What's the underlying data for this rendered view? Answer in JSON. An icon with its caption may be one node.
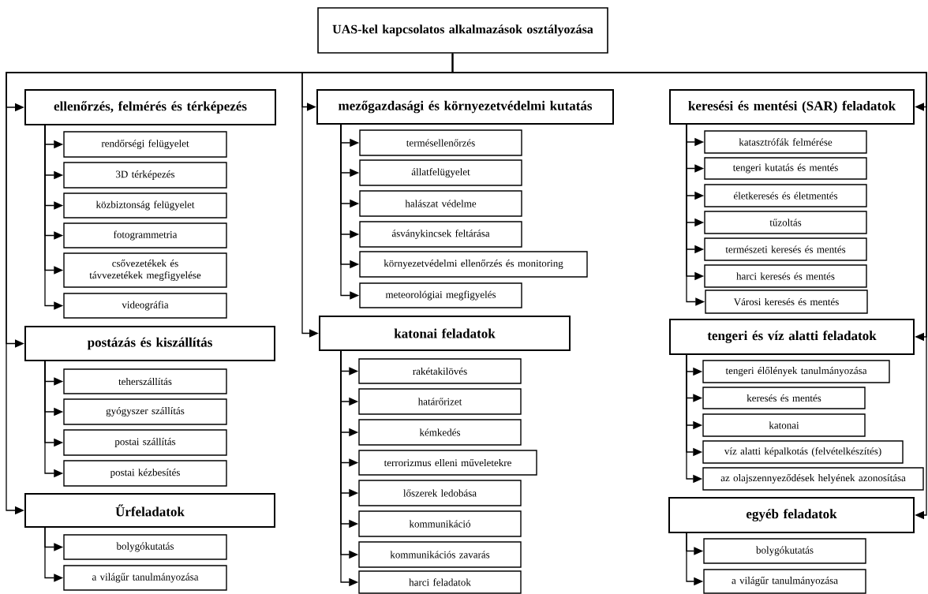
{
  "diagram": {
    "nodes": [
      {
        "text": [
          "UAS-kel kapcsolatos alkalmazások osztályozása"
        ]
      },
      {
        "text": [
          "ellenőrzés, felmérés és térképezés"
        ]
      },
      {
        "text": [
          "rendőrségi felügyelet"
        ]
      },
      {
        "text": [
          "3D térképezés"
        ]
      },
      {
        "text": [
          "közbiztonság felügyelet"
        ]
      },
      {
        "text": [
          "fotogrammetria"
        ]
      },
      {
        "text": [
          "csővezetékek és távvezetékek megfigyelése"
        ]
      },
      {
        "text": [
          "videográfia"
        ]
      },
      {
        "text": [
          "postázás és kiszállítás"
        ]
      },
      {
        "text": [
          "teherszállítás"
        ]
      },
      {
        "text": [
          "gyógyszer szállítás"
        ]
      },
      {
        "text": [
          "postai szállítás"
        ]
      },
      {
        "text": [
          "postai kézbesítés"
        ]
      },
      {
        "text": [
          "Űrfeladatok"
        ]
      },
      {
        "text": [
          "bolygókutatás"
        ]
      },
      {
        "text": [
          "a világűr tanulmányozása"
        ]
      },
      {
        "text": [
          "mezőgazdasági és környezetvédelmi kutatás"
        ]
      },
      {
        "text": [
          "termésellenőrzés"
        ]
      },
      {
        "text": [
          "állatfelügyelet"
        ]
      },
      {
        "text": [
          "halászat védelme"
        ]
      },
      {
        "text": [
          "ásványkincsek feltárása"
        ]
      },
      {
        "text": [
          "környezetvédelmi ellenőrzés és monitoring"
        ]
      },
      {
        "text": [
          "meteorológiai megfigyelés"
        ]
      },
      {
        "text": [
          "katonai feladatok"
        ]
      },
      {
        "text": [
          "rakétakilövés"
        ]
      },
      {
        "text": [
          "határőrizet"
        ]
      },
      {
        "text": [
          "kémkedés"
        ]
      },
      {
        "text": [
          "terrorizmus elleni műveletekre"
        ]
      },
      {
        "text": [
          "lőszerek ledobása"
        ]
      },
      {
        "text": [
          "kommunikáció"
        ]
      },
      {
        "text": [
          "kommunikációs zavarás"
        ]
      },
      {
        "text": [
          "harci feladatok"
        ]
      },
      {
        "text": [
          "keresési és mentési (SAR) feladatok"
        ]
      },
      {
        "text": [
          "katasztrófák felmérése"
        ]
      },
      {
        "text": [
          "tengeri kutatás és mentés"
        ]
      },
      {
        "text": [
          "életkeresés és életmentés"
        ]
      },
      {
        "text": [
          "tűzoltás"
        ]
      },
      {
        "text": [
          "természeti keresés és mentés"
        ]
      },
      {
        "text": [
          "harci keresés és mentés"
        ]
      },
      {
        "text": [
          "Városi keresés és mentés"
        ]
      },
      {
        "text": [
          "tengeri és víz alatti feladatok"
        ]
      },
      {
        "text": [
          "tengeri élőlények tanulmányozása"
        ]
      },
      {
        "text": [
          "keresés és mentés"
        ]
      },
      {
        "text": [
          "katonai"
        ]
      },
      {
        "text": [
          "víz alatti képalkotás (felvételkészítés)"
        ]
      },
      {
        "text": [
          "az olajszennyeződések helyének azonosítása"
        ]
      },
      {
        "text": [
          "egyéb feladatok"
        ]
      },
      {
        "text": [
          "bolygókutatás"
        ]
      },
      {
        "text": [
          "a világűr tanulmányozása"
        ]
      }
    ],
    "edges": [
      {
        "from": 0,
        "to": 1,
        "arrow": "to"
      },
      {
        "from": 0,
        "to": 8,
        "arrow": "to"
      },
      {
        "from": 0,
        "to": 13,
        "arrow": "to"
      },
      {
        "from": 0,
        "to": 16,
        "arrow": "to"
      },
      {
        "from": 0,
        "to": 23,
        "arrow": "to"
      },
      {
        "from": 0,
        "to": 32,
        "arrow": "to"
      },
      {
        "from": 0,
        "to": 40,
        "arrow": "to"
      },
      {
        "from": 0,
        "to": 46,
        "arrow": "to"
      },
      {
        "from": 1,
        "to": 2,
        "arrow": "to"
      },
      {
        "from": 1,
        "to": 3,
        "arrow": "to"
      },
      {
        "from": 1,
        "to": 4,
        "arrow": "to"
      },
      {
        "from": 1,
        "to": 5,
        "arrow": "to"
      },
      {
        "from": 1,
        "to": 6,
        "arrow": "to"
      },
      {
        "from": 1,
        "to": 7,
        "arrow": "to"
      },
      {
        "from": 8,
        "to": 9,
        "arrow": "to"
      },
      {
        "from": 8,
        "to": 10,
        "arrow": "to"
      },
      {
        "from": 8,
        "to": 11,
        "arrow": "to"
      },
      {
        "from": 8,
        "to": 12,
        "arrow": "to"
      },
      {
        "from": 13,
        "to": 14,
        "arrow": "to"
      },
      {
        "from": 13,
        "to": 15,
        "arrow": "to"
      },
      {
        "from": 16,
        "to": 17,
        "arrow": "to"
      },
      {
        "from": 16,
        "to": 18,
        "arrow": "to"
      },
      {
        "from": 16,
        "to": 19,
        "arrow": "to"
      },
      {
        "from": 16,
        "to": 20,
        "arrow": "to"
      },
      {
        "from": 16,
        "to": 21,
        "arrow": "to"
      },
      {
        "from": 16,
        "to": 22,
        "arrow": "to"
      },
      {
        "from": 23,
        "to": 24,
        "arrow": "to"
      },
      {
        "from": 23,
        "to": 25,
        "arrow": "to"
      },
      {
        "from": 23,
        "to": 26,
        "arrow": "to"
      },
      {
        "from": 23,
        "to": 27,
        "arrow": "to"
      },
      {
        "from": 23,
        "to": 28,
        "arrow": "to"
      },
      {
        "from": 23,
        "to": 29,
        "arrow": "to"
      },
      {
        "from": 23,
        "to": 30,
        "arrow": "to"
      },
      {
        "from": 23,
        "to": 31,
        "arrow": "to"
      },
      {
        "from": 32,
        "to": 33,
        "arrow": "to"
      },
      {
        "from": 32,
        "to": 34,
        "arrow": "to"
      },
      {
        "from": 32,
        "to": 35,
        "arrow": "to"
      },
      {
        "from": 32,
        "to": 36,
        "arrow": "to"
      },
      {
        "from": 32,
        "to": 37,
        "arrow": "to"
      },
      {
        "from": 32,
        "to": 38,
        "arrow": "to"
      },
      {
        "from": 32,
        "to": 39,
        "arrow": "to"
      },
      {
        "from": 40,
        "to": 41,
        "arrow": "to"
      },
      {
        "from": 40,
        "to": 42,
        "arrow": "to"
      },
      {
        "from": 40,
        "to": 43,
        "arrow": "to"
      },
      {
        "from": 40,
        "to": 44,
        "arrow": "to"
      },
      {
        "from": 40,
        "to": 45,
        "arrow": "to"
      },
      {
        "from": 46,
        "to": 47,
        "arrow": "to"
      },
      {
        "from": 46,
        "to": 48,
        "arrow": "to"
      }
    ]
  }
}
